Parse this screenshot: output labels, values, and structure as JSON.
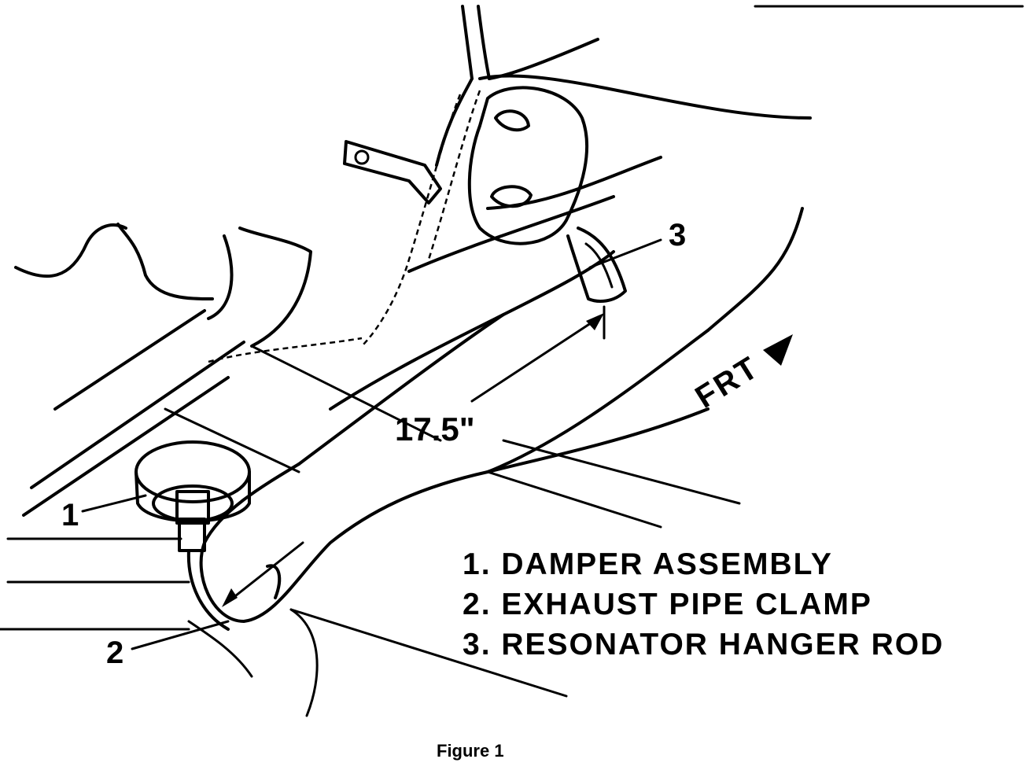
{
  "figure": {
    "caption": "Figure 1",
    "dimension": "17.5\"",
    "direction": "FRT",
    "callouts": [
      "1",
      "2",
      "3"
    ],
    "legend": [
      "1. DAMPER ASSEMBLY",
      "2. EXHAUST PIPE CLAMP",
      "3. RESONATOR HANGER ROD"
    ]
  }
}
